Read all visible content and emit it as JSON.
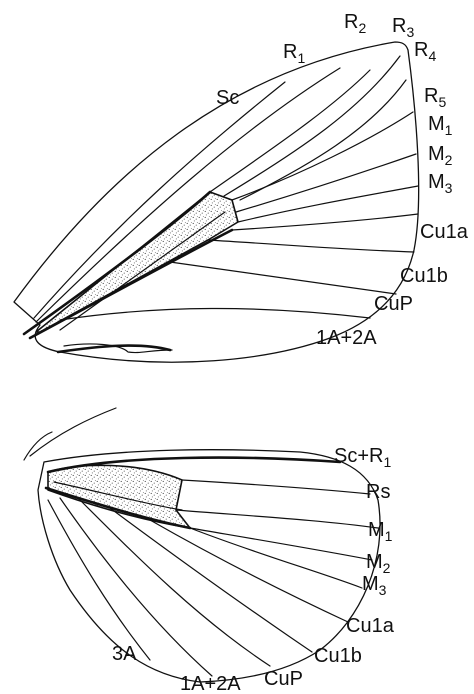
{
  "forewing": {
    "veins": [
      {
        "key": "Sc",
        "main": "Sc",
        "sub": ""
      },
      {
        "key": "R1",
        "main": "R",
        "sub": "1"
      },
      {
        "key": "R2",
        "main": "R",
        "sub": "2"
      },
      {
        "key": "R3",
        "main": "R",
        "sub": "3"
      },
      {
        "key": "R4",
        "main": "R",
        "sub": "4"
      },
      {
        "key": "R5",
        "main": "R",
        "sub": "5"
      },
      {
        "key": "M1",
        "main": "M",
        "sub": "1"
      },
      {
        "key": "M2",
        "main": "M",
        "sub": "2"
      },
      {
        "key": "M3",
        "main": "M",
        "sub": "3"
      },
      {
        "key": "Cu1a",
        "main": "Cu1a",
        "sub": ""
      },
      {
        "key": "Cu1b",
        "main": "Cu1b",
        "sub": ""
      },
      {
        "key": "CuP",
        "main": "CuP",
        "sub": ""
      },
      {
        "key": "1A+2A",
        "main": "1A+2A",
        "sub": ""
      }
    ]
  },
  "hindwing": {
    "veins": [
      {
        "key": "Sc+R1",
        "main": "Sc+R",
        "sub": "1"
      },
      {
        "key": "Rs",
        "main": "Rs",
        "sub": ""
      },
      {
        "key": "M1",
        "main": "M",
        "sub": "1"
      },
      {
        "key": "M2",
        "main": "M",
        "sub": "2"
      },
      {
        "key": "M3",
        "main": "M",
        "sub": "3"
      },
      {
        "key": "Cu1a",
        "main": "Cu1a",
        "sub": ""
      },
      {
        "key": "Cu1b",
        "main": "Cu1b",
        "sub": ""
      },
      {
        "key": "CuP",
        "main": "CuP",
        "sub": ""
      },
      {
        "key": "1A+2A",
        "main": "1A+2A",
        "sub": ""
      },
      {
        "key": "3A",
        "main": "3A",
        "sub": ""
      }
    ]
  }
}
